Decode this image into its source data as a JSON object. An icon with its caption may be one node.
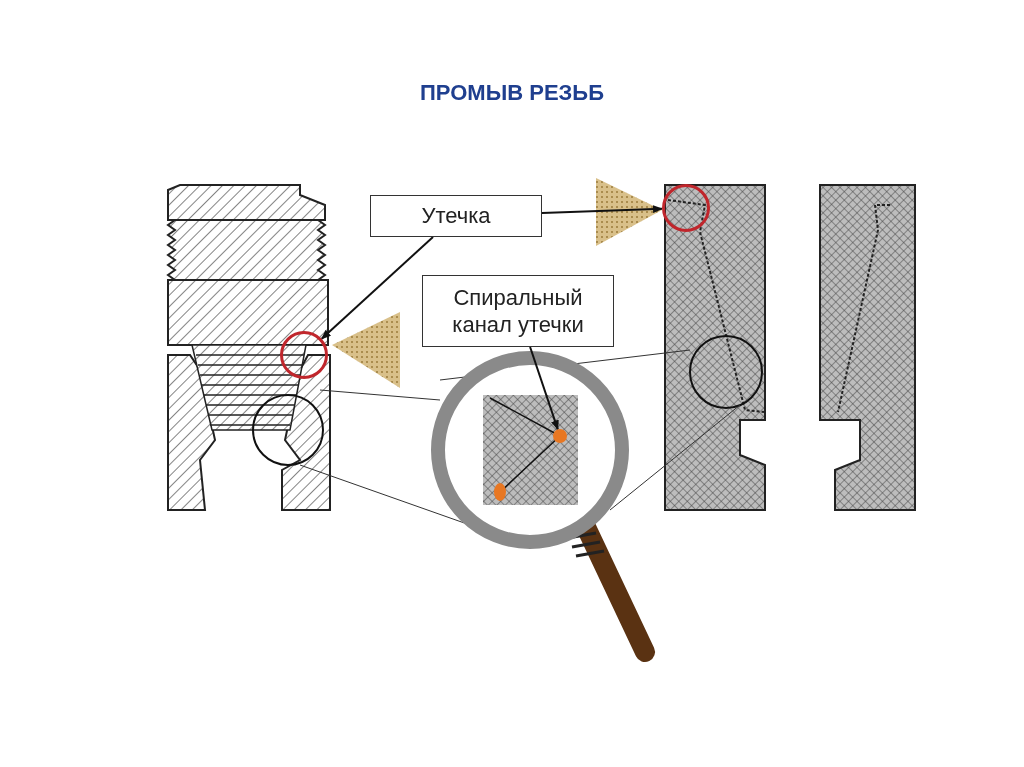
{
  "diagram": {
    "title": "ПРОМЫВ РЕЗЬБ",
    "nodes": [
      {
        "text": [
          "Утечка"
        ]
      },
      {
        "text": [
          "Спиральный канал утечки"
        ]
      },
      {
        "text": [],
        "shape": "circle"
      },
      {
        "text": [],
        "shape": "circle"
      },
      {
        "text": [],
        "shape": "circle"
      }
    ],
    "edges": [
      {
        "from": 0,
        "to": 2,
        "arrow": "to"
      },
      {
        "from": 0,
        "to": 3,
        "arrow": "to"
      },
      {
        "from": 1,
        "to": 4,
        "arrow": "to"
      }
    ]
  }
}
